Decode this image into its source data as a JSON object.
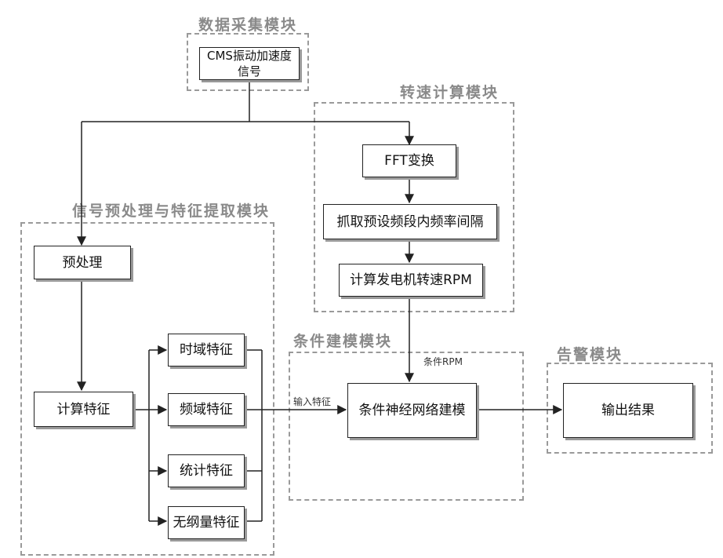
{
  "modules": {
    "data_acquisition": "数据采集模块",
    "speed_calc": "转速计算模块",
    "preprocess_feature": "信号预处理与特征提取模块",
    "conditional_model": "条件建模模块",
    "alarm": "告警模块"
  },
  "nodes": {
    "cms_signal_line1": "CMS振动加速度",
    "cms_signal_line2": "信号",
    "fft": "FFT变换",
    "grab_interval": "抓取预设频段内频率间隔",
    "calc_rpm": "计算发电机转速RPM",
    "preprocess": "预处理",
    "calc_features": "计算特征",
    "time_domain": "时域特征",
    "freq_domain": "频域特征",
    "statistical": "统计特征",
    "dimensionless": "无纲量特征",
    "cnn_model": "条件神经网络建模",
    "output": "输出结果"
  },
  "edge_labels": {
    "condition_rpm": "条件RPM",
    "input_features": "输入特征"
  }
}
